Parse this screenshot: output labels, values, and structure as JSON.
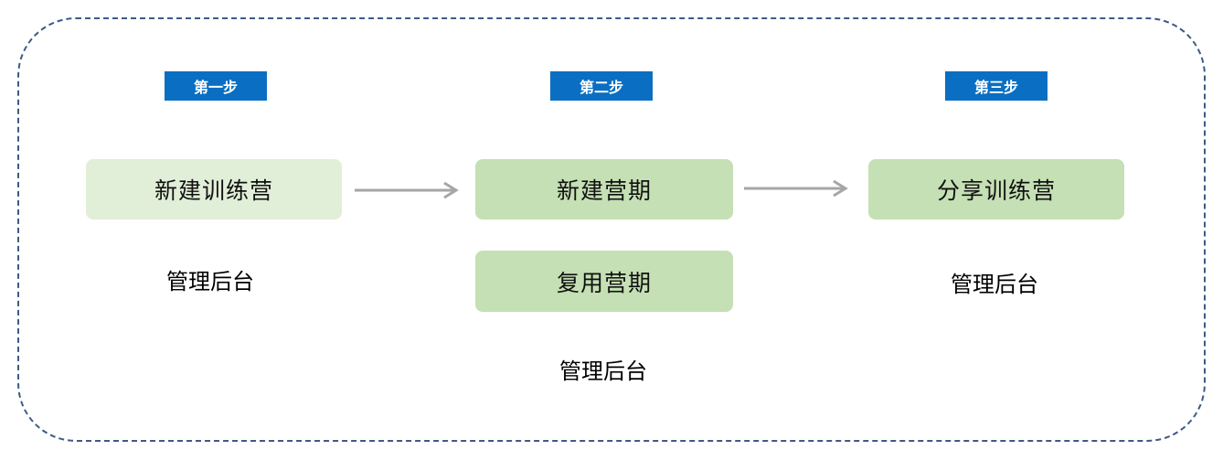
{
  "steps": [
    {
      "tag": "第一步"
    },
    {
      "tag": "第二步"
    },
    {
      "tag": "第三步"
    }
  ],
  "boxes": {
    "create_camp": "新建训练营",
    "create_period": "新建营期",
    "reuse_period": "复用营期",
    "share_camp": "分享训练营"
  },
  "notes": {
    "step1": "管理后台",
    "step2": "管理后台",
    "step3": "管理后台"
  },
  "colors": {
    "tag_bg": "#0a6fc2",
    "box_light": "#e2efd8",
    "box_mid": "#c5e0b4",
    "frame_border": "#3d5a85",
    "arrow": "#a6a6a6"
  }
}
